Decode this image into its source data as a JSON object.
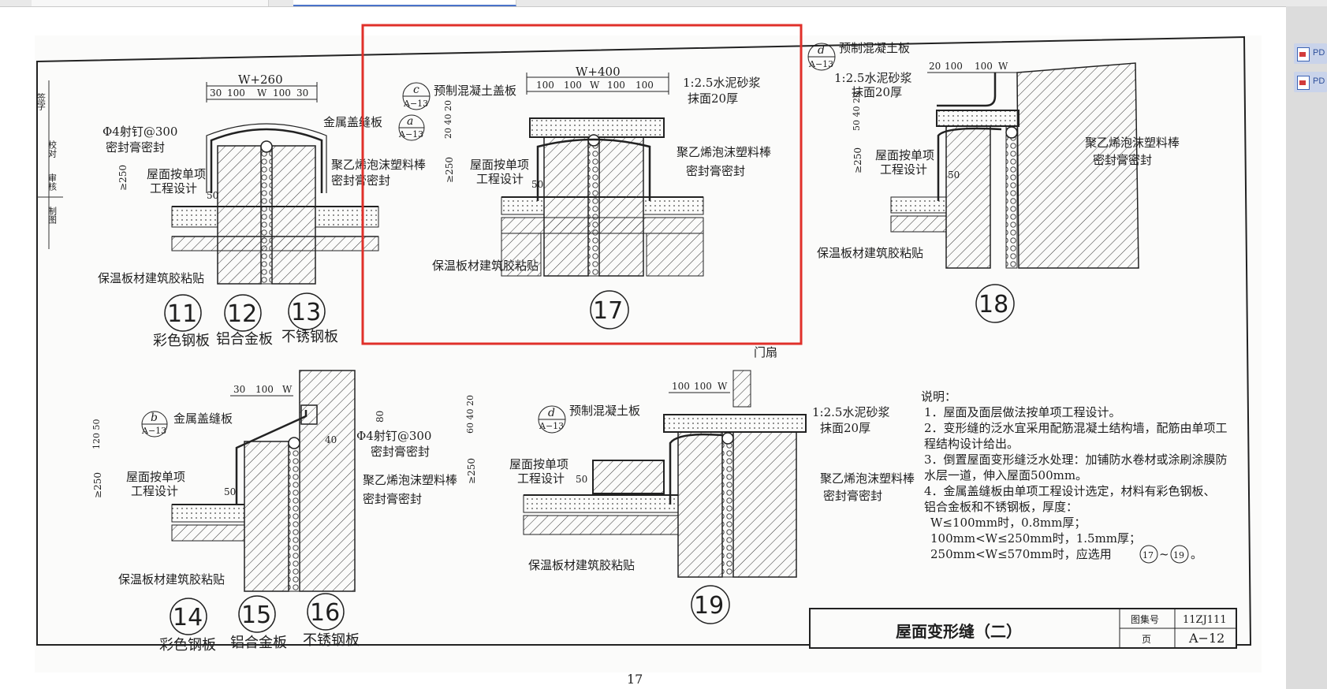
{
  "viewer": {
    "side_buttons": [
      "PD",
      "PD"
    ],
    "page_number": "17"
  },
  "drawing": {
    "left_labels": [
      "签字",
      "校对",
      "审核",
      "制图"
    ],
    "d11_13": {
      "dim_top": "W+260",
      "dims": [
        "30",
        "100",
        "W",
        "100",
        "30"
      ],
      "nail": "Φ4射钉@300",
      "seal1": "密封膏密封",
      "cover": "金属盖缝板",
      "ref_letter": "a",
      "ref_sheet": "A−13",
      "rod": "聚乙烯泡沫塑料棒",
      "seal2": "密封膏密封",
      "height": "≥250",
      "roof_line1": "屋面按单项",
      "roof_line2": "工程设计",
      "dim50": "50",
      "insulation": "保温板材建筑胶粘贴",
      "numbers": [
        "11",
        "12",
        "13"
      ],
      "captions": [
        "彩色钢板",
        "铝合金板",
        "不锈钢板"
      ]
    },
    "d17": {
      "dim_top": "W+400",
      "dims": [
        "100",
        "100",
        "W",
        "100",
        "100"
      ],
      "ref_letter": "c",
      "ref_sheet": "A−13",
      "precast_cover": "预制混凝土盖板",
      "mortar1": "1:2.5水泥砂浆",
      "mortar2": "抹面20厚",
      "dim_side": "20 40 20",
      "height": "≥250",
      "roof_line1": "屋面按单项",
      "roof_line2": "工程设计",
      "dim50": "50",
      "rod": "聚乙烯泡沫塑料棒",
      "seal": "密封膏密封",
      "insulation": "保温板材建筑胶粘贴",
      "number": "17"
    },
    "d18": {
      "ref_letter": "d",
      "ref_sheet": "A−13",
      "precast": "预制混凝土板",
      "dims": [
        "20",
        "100",
        "100",
        "W"
      ],
      "mortar1": "1:2.5水泥砂浆",
      "mortar2": "抹面20厚",
      "dim_side": "50 40 20",
      "height": "≥250",
      "roof_line1": "屋面按单项",
      "roof_line2": "工程设计",
      "dim50": "50",
      "rod": "聚乙烯泡沫塑料棒",
      "seal": "密封膏密封",
      "insulation": "保温板材建筑胶粘贴",
      "number": "18"
    },
    "d14_16": {
      "dims": [
        "30",
        "100",
        "W"
      ],
      "dim_side": "120 50",
      "ref_letter": "b",
      "ref_sheet": "A−13",
      "cover": "金属盖缝板",
      "dim80": "80",
      "dim40": "40",
      "nail": "Φ4射钉@300",
      "seal1": "密封膏密封",
      "height": "≥250",
      "roof_line1": "屋面按单项",
      "roof_line2": "工程设计",
      "dim50": "50",
      "rod": "聚乙烯泡沫塑料棒",
      "seal2": "密封膏密封",
      "insulation": "保温板材建筑胶粘贴",
      "numbers": [
        "14",
        "15",
        "16"
      ],
      "captions": [
        "彩色钢板",
        "铝合金板",
        "不锈钢板"
      ]
    },
    "d19": {
      "door": "门扇",
      "dims": [
        "100",
        "100",
        "W"
      ],
      "ref_letter": "d",
      "ref_sheet": "A−13",
      "precast": "预制混凝土板",
      "dim_side": "60 40 20",
      "height": "≥250",
      "roof_line1": "屋面按单项",
      "roof_line2": "工程设计",
      "dim50": "50",
      "mortar1": "1:2.5水泥砂浆",
      "mortar2": "抹面20厚",
      "rod": "聚乙烯泡沫塑料棒",
      "seal": "密封膏密封",
      "insulation": "保温板材建筑胶粘贴",
      "number": "19"
    },
    "notes": {
      "title": "说明：",
      "lines": [
        "1．屋面及面层做法按单项工程设计。",
        "2．变形缝的泛水宜采用配筋混凝土结构墙，配筋由单项工",
        "程结构设计给出。",
        "3．倒置屋面变形缝泛水处理：加铺防水卷材或涂刷涂膜防",
        "水层一道，伸入屋面500mm。",
        "4．金属盖缝板由单项工程设计选定，材料有彩色钢板、",
        "铝合金板和不锈钢板，厚度：",
        "W≤100mm时，0.8mm厚；",
        "100mm<W≤250mm时，1.5mm厚；",
        "250mm<W≤570mm时，应选用"
      ],
      "ref_a": "17",
      "ref_b": "19",
      "tilde": "~",
      "period": "。"
    },
    "title_block": {
      "title": "屋面变形缝（二）",
      "atlas_label": "图集号",
      "atlas_value": "11ZJ111",
      "page_label": "页",
      "page_value": "A−12"
    }
  },
  "colors": {
    "highlight": "#e0302a",
    "ink": "#1e1e1e",
    "accent": "#4a73c9"
  }
}
